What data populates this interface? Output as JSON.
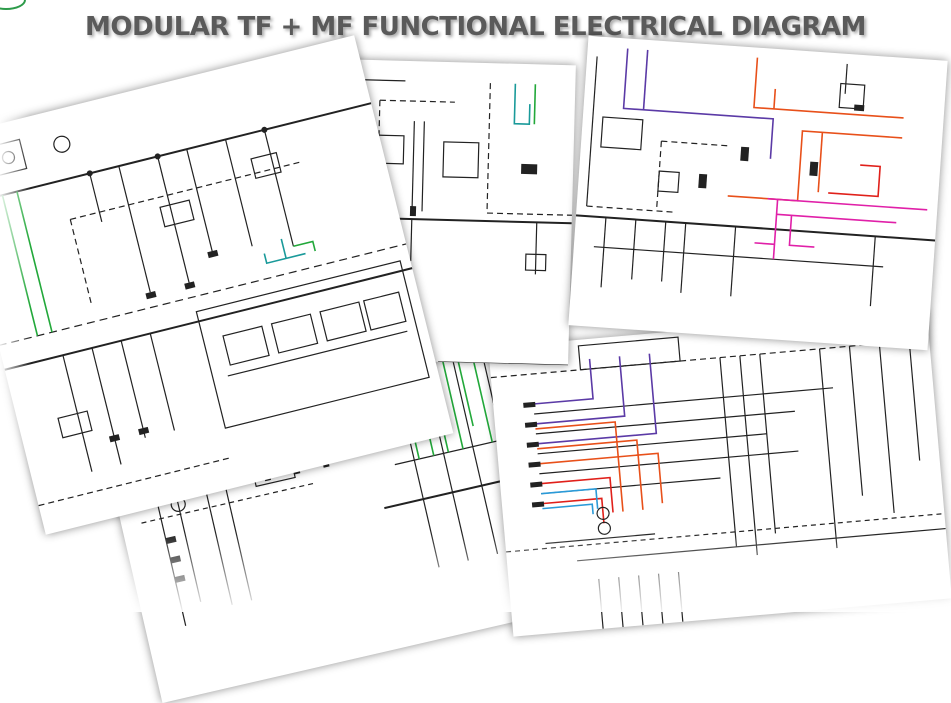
{
  "title": "MODULAR TF + MF FUNCTIONAL ELECTRICAL DIAGRAM",
  "colors": {
    "title": "#5a5a5a",
    "wire_black": "#222222",
    "wire_green": "#22a83a",
    "wire_teal": "#1a9a9a",
    "wire_purple": "#5b3aa6",
    "wire_orange": "#e8501a",
    "wire_red": "#e0201a",
    "wire_pink": "#e020a8",
    "wire_blue": "#2a9ad8",
    "logo_green": "#2d9b4a"
  },
  "sheets": [
    {
      "name": "sheet-bottom-left",
      "wires": [
        "wire_purple",
        "wire_green"
      ]
    },
    {
      "name": "sheet-bottom-right",
      "wires": [
        "wire_red",
        "wire_purple",
        "wire_blue",
        "wire_orange"
      ]
    },
    {
      "name": "sheet-center-top",
      "wires": [
        "wire_teal",
        "wire_green"
      ]
    },
    {
      "name": "sheet-top-right",
      "wires": [
        "wire_purple",
        "wire_orange",
        "wire_red",
        "wire_pink"
      ]
    },
    {
      "name": "sheet-top-left",
      "wires": [
        "wire_green",
        "wire_teal"
      ]
    }
  ]
}
